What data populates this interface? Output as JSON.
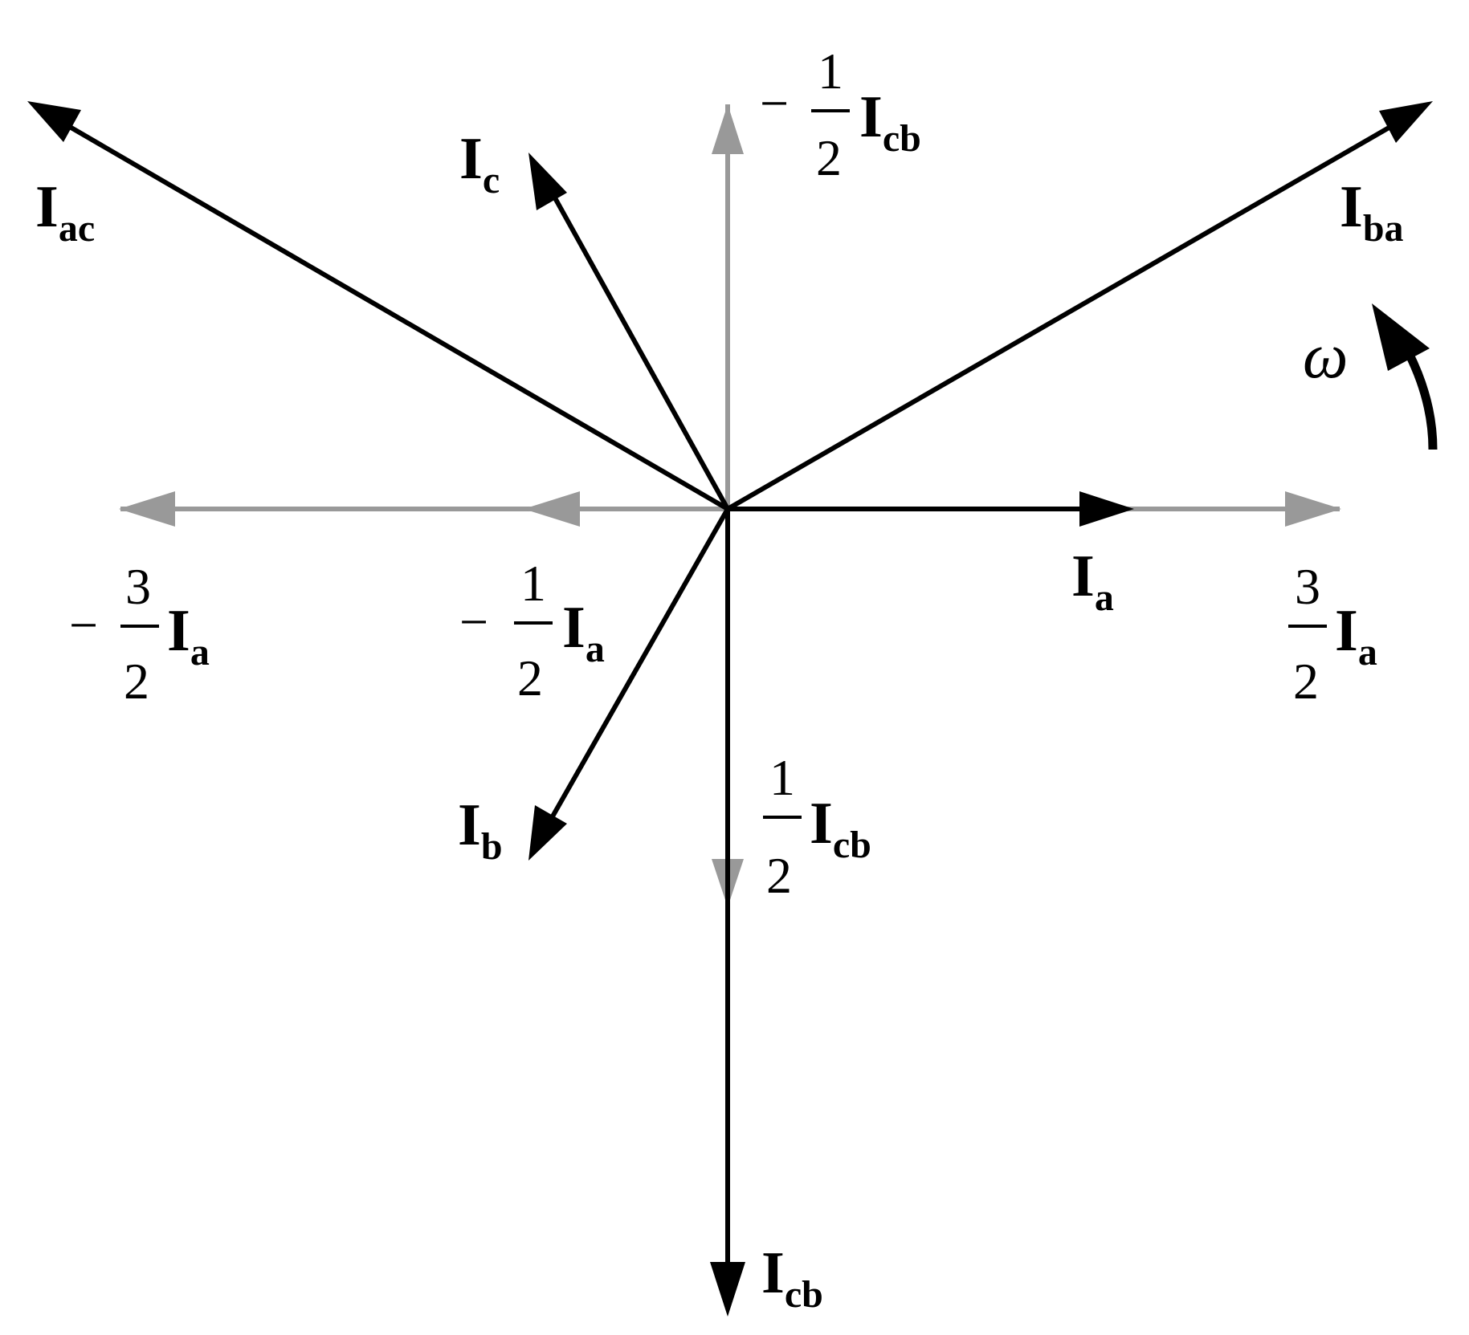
{
  "labels": {
    "I_ac": {
      "main": "I",
      "sub": "ac"
    },
    "I_c": {
      "main": "I",
      "sub": "c"
    },
    "I_ba": {
      "main": "I",
      "sub": "ba"
    },
    "I_a": {
      "main": "I",
      "sub": "a"
    },
    "I_b": {
      "main": "I",
      "sub": "b"
    },
    "I_cb": {
      "main": "I",
      "sub": "cb"
    },
    "neg_half_I_cb": {
      "sign": "−",
      "num": "1",
      "den": "2",
      "main": "I",
      "sub": "cb"
    },
    "half_I_cb": {
      "num": "1",
      "den": "2",
      "main": "I",
      "sub": "cb"
    },
    "neg_three_half_I_a": {
      "sign": "−",
      "num": "3",
      "den": "2",
      "main": "I",
      "sub": "a"
    },
    "neg_half_I_a": {
      "sign": "−",
      "num": "1",
      "den": "2",
      "main": "I",
      "sub": "a"
    },
    "three_half_I_a": {
      "num": "3",
      "den": "2",
      "main": "I",
      "sub": "a"
    },
    "omega": "ω"
  },
  "colors": {
    "primary": "#000000",
    "component": "#999999"
  }
}
